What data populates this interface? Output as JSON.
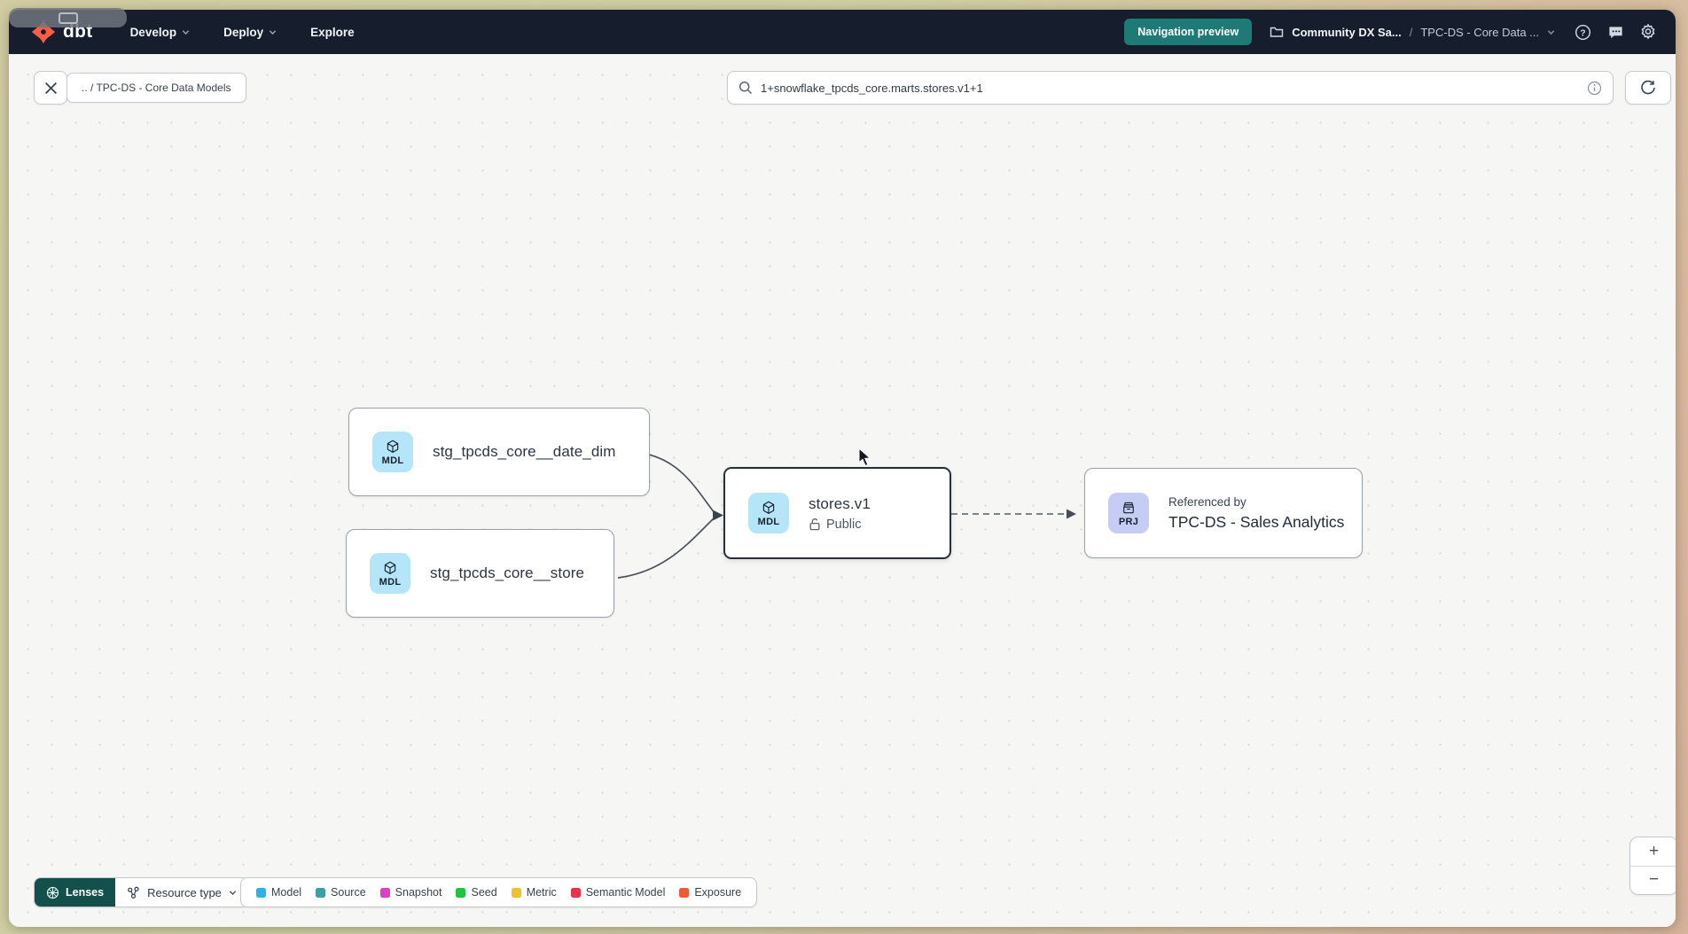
{
  "topbar": {
    "brand": "dbt",
    "menus": [
      {
        "label": "Develop"
      },
      {
        "label": "Deploy"
      },
      {
        "label": "Explore"
      }
    ],
    "nav_preview": "Navigation preview",
    "project": "Community DX Sa...",
    "breadcrumb_sep": "/",
    "environment": "TPC-DS - Core Data ..."
  },
  "toolbar": {
    "back_chip": ".. / TPC-DS - Core Data Models",
    "search_value": "1+snowflake_tpcds_core.marts.stores.v1+1"
  },
  "graph": {
    "date_dim": {
      "badge": "MDL",
      "label": "stg_tpcds_core__date_dim"
    },
    "store": {
      "badge": "MDL",
      "label": "stg_tpcds_core__store"
    },
    "stores_v1": {
      "badge": "MDL",
      "label": "stores.v1",
      "access": "Public"
    },
    "referenced": {
      "badge": "PRJ",
      "title": "Referenced by",
      "label": "TPC-DS - Sales Analytics"
    }
  },
  "footer": {
    "lenses": "Lenses",
    "resource_type": "Resource type",
    "legend": [
      {
        "label": "Model",
        "color": "#2bb3e8"
      },
      {
        "label": "Source",
        "color": "#3d9fa0"
      },
      {
        "label": "Snapshot",
        "color": "#dd3ec8"
      },
      {
        "label": "Seed",
        "color": "#21c442"
      },
      {
        "label": "Metric",
        "color": "#efc12f"
      },
      {
        "label": "Semantic Model",
        "color": "#e5344d"
      },
      {
        "label": "Exposure",
        "color": "#ed5b32"
      }
    ]
  },
  "zoom_controls": {
    "zoom_in": "+",
    "zoom_out": "−"
  }
}
